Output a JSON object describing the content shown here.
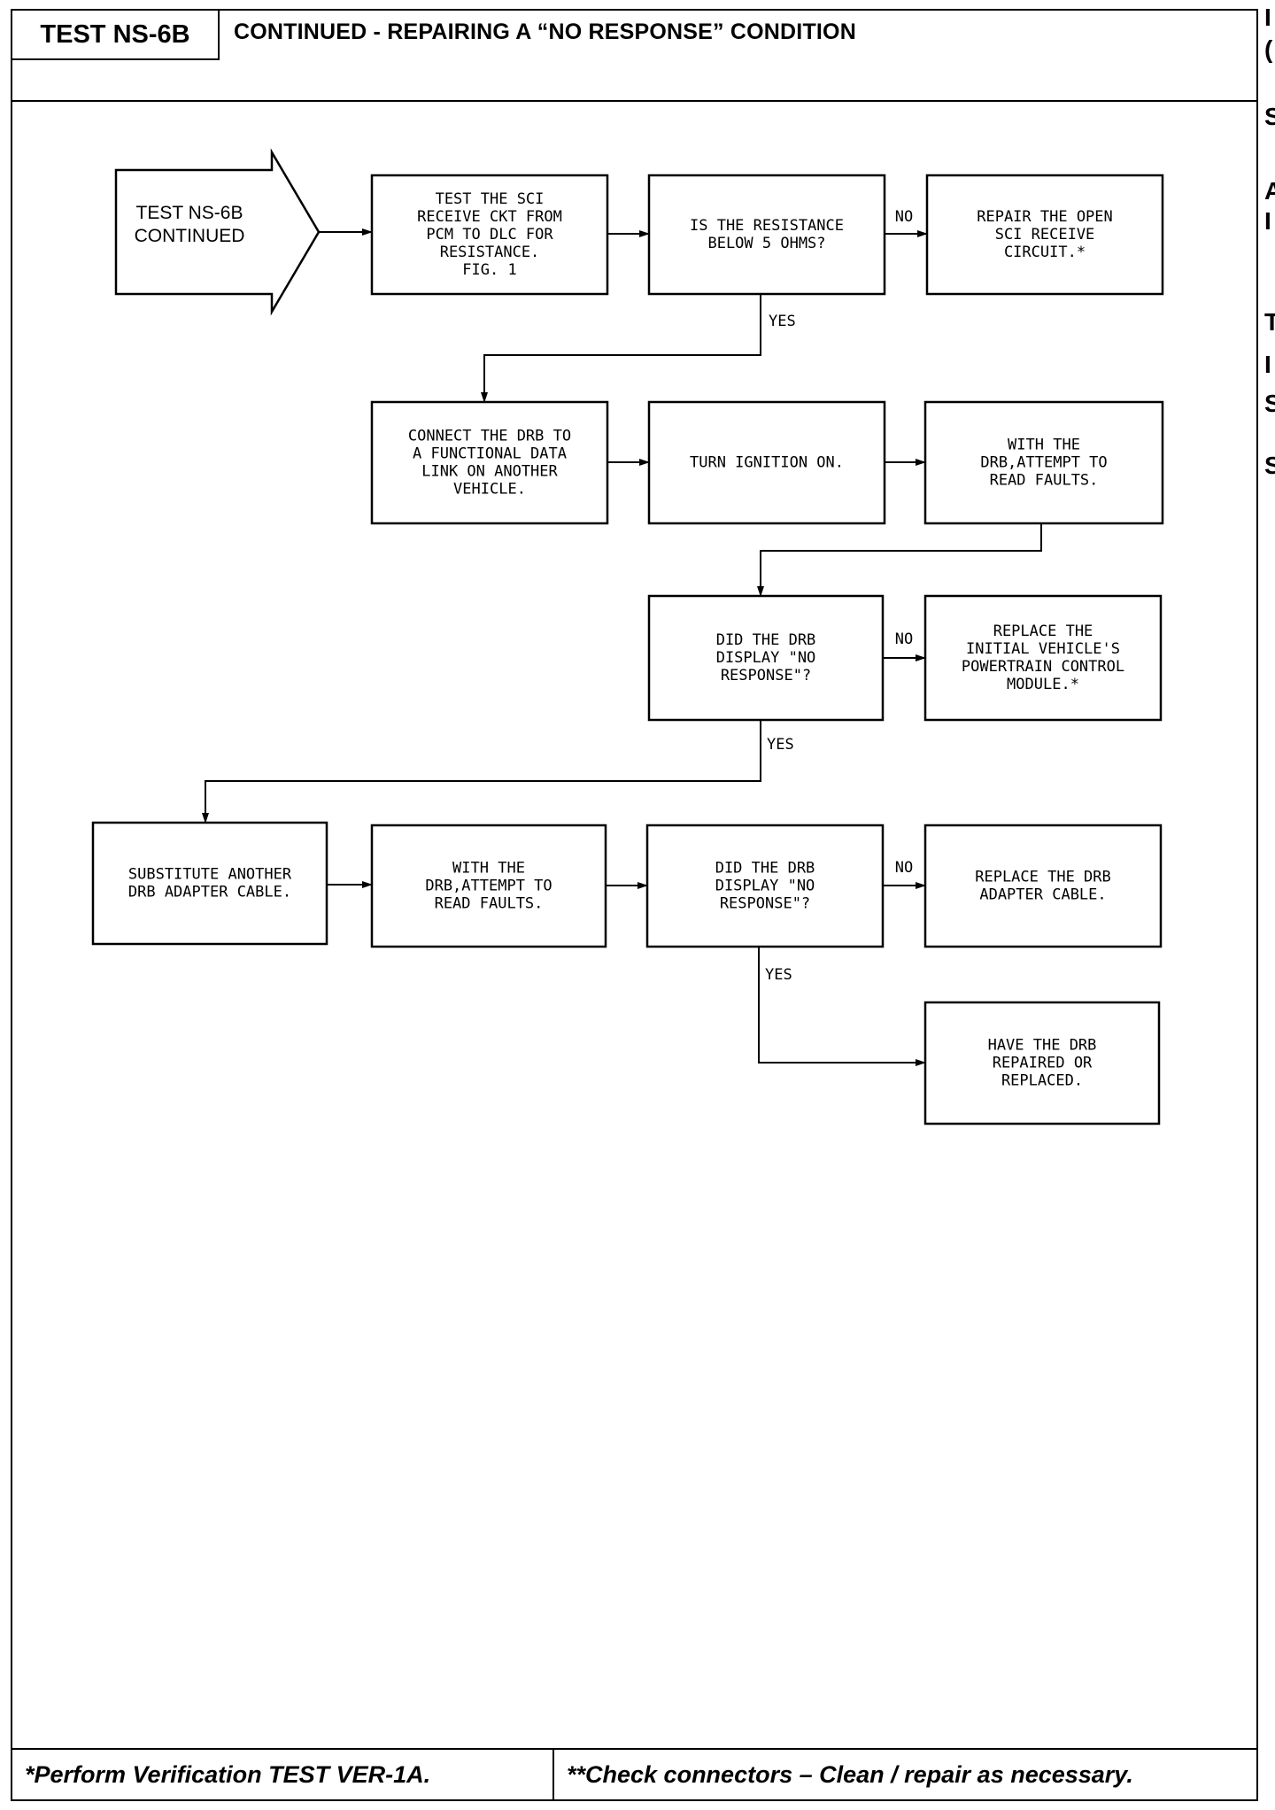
{
  "header": {
    "test_id": "TEST NS-6B",
    "title": "CONTINUED -  REPAIRING A “NO RESPONSE” CONDITION"
  },
  "start": {
    "lines": [
      "TEST NS-6B",
      "CONTINUED"
    ]
  },
  "nodes": {
    "n1": [
      "TEST THE SCI",
      "RECEIVE CKT FROM",
      "PCM TO DLC FOR",
      "RESISTANCE.",
      "FIG. 1"
    ],
    "d1": [
      "IS THE RESISTANCE",
      "BELOW 5 OHMS?"
    ],
    "r1": [
      "REPAIR THE OPEN",
      "SCI RECEIVE",
      "CIRCUIT.*"
    ],
    "n2": [
      "CONNECT THE DRB TO",
      "A FUNCTIONAL DATA",
      "LINK ON ANOTHER",
      "VEHICLE."
    ],
    "n3": [
      "TURN IGNITION ON."
    ],
    "n4": [
      "WITH THE",
      "DRB,ATTEMPT TO",
      "READ FAULTS."
    ],
    "d2": [
      "DID THE DRB",
      "DISPLAY \"NO",
      "RESPONSE\"?"
    ],
    "r2": [
      "REPLACE THE",
      "INITIAL VEHICLE'S",
      "POWERTRAIN CONTROL",
      "MODULE.*"
    ],
    "n5": [
      "SUBSTITUTE ANOTHER",
      "DRB ADAPTER CABLE."
    ],
    "n6": [
      "WITH THE",
      "DRB,ATTEMPT TO",
      "READ FAULTS."
    ],
    "d3": [
      "DID THE DRB",
      "DISPLAY \"NO",
      "RESPONSE\"?"
    ],
    "r3": [
      "REPLACE THE DRB",
      "ADAPTER CABLE."
    ],
    "r4": [
      "HAVE THE DRB",
      "REPAIRED OR",
      "REPLACED."
    ]
  },
  "edge_labels": {
    "no": "NO",
    "yes": "YES"
  },
  "footer": {
    "left": "*Perform Verification TEST VER-1A.",
    "right": "**Check connectors – Clean / repair as necessary."
  },
  "edge_clip_letters": [
    "I",
    "(",
    "S",
    "A",
    "I",
    "T",
    "I",
    "S",
    "S"
  ]
}
